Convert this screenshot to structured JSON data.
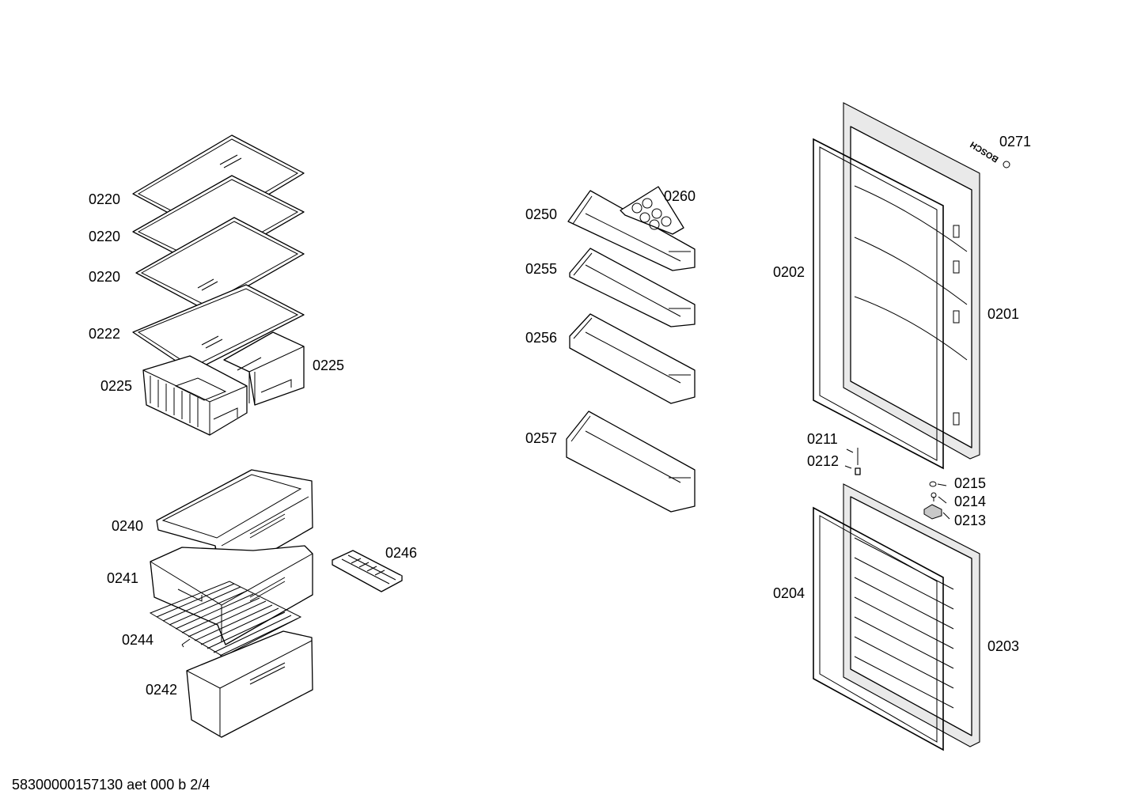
{
  "labels": {
    "l0220a": "0220",
    "l0220b": "0220",
    "l0220c": "0220",
    "l0222": "0222",
    "l0225a": "0225",
    "l0225b": "0225",
    "l0240": "0240",
    "l0241": "0241",
    "l0244": "0244",
    "l0242": "0242",
    "l0246": "0246",
    "l0250": "0250",
    "l0260": "0260",
    "l0255": "0255",
    "l0256": "0256",
    "l0257": "0257",
    "l0202": "0202",
    "l0201": "0201",
    "l0271": "0271",
    "l0211": "0211",
    "l0212": "0212",
    "l0215": "0215",
    "l0214": "0214",
    "l0213": "0213",
    "l0204": "0204",
    "l0203": "0203"
  },
  "logo_text": "BOSCH",
  "footer": "58300000157130 aet 000 b 2/4"
}
